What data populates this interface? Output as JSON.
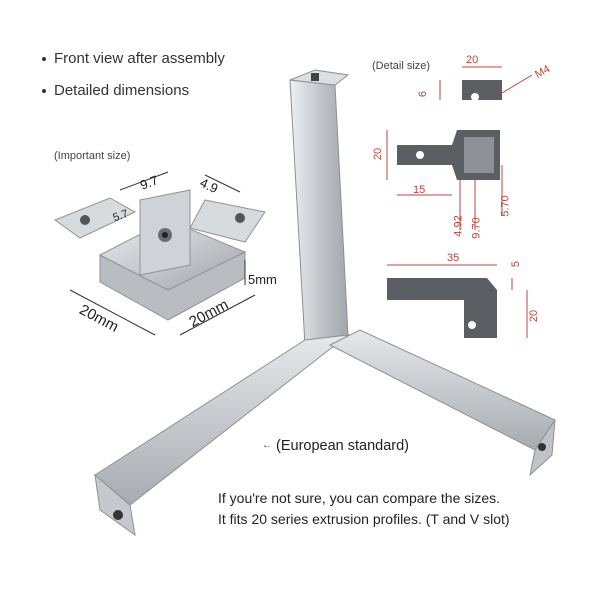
{
  "bullets": [
    "Front view after assembly",
    "Detailed dimensions"
  ],
  "labels": {
    "important_size": "(Important size)",
    "detail_size": "(Detail size)",
    "european_standard": "(European standard)"
  },
  "bracket_dimensions": {
    "top_a": "9.7",
    "top_b": "4.9",
    "inner": "5.7",
    "height": "5mm",
    "width_left": "20mm",
    "width_right": "20mm"
  },
  "detail_top": {
    "width": "20",
    "screw": "M4",
    "offset": "6",
    "height": "20",
    "base": "15",
    "v1": "4.92",
    "v2": "9.70",
    "v3": "5.70"
  },
  "detail_bottom": {
    "length": "35",
    "small": "5",
    "height": "20"
  },
  "note_lines": [
    "If you're not sure, you can compare the sizes.",
    "It fits 20 series extrusion profiles. (T and V slot)"
  ],
  "colors": {
    "dimension_red": "#c0453f",
    "aluminum": "#c9ccd0",
    "text": "#222222"
  }
}
